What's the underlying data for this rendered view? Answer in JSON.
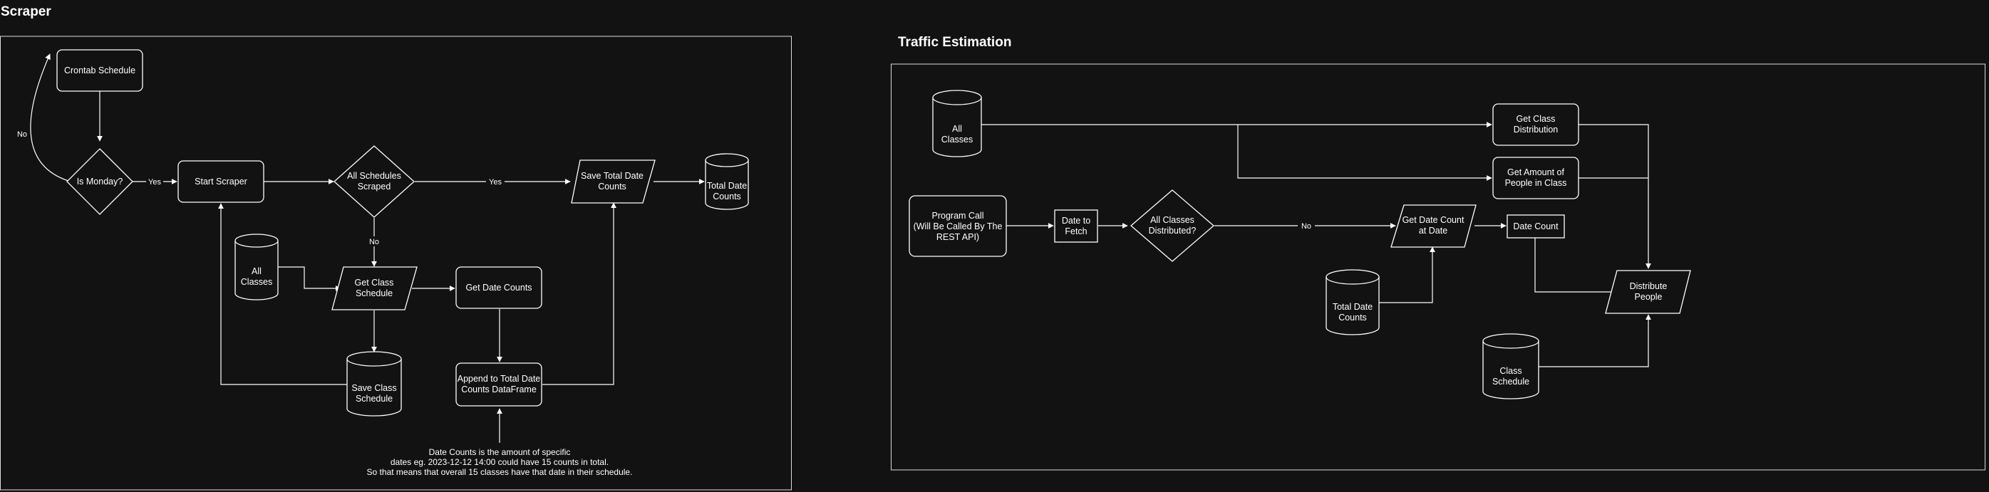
{
  "scraper": {
    "title": "Scraper",
    "crontab": "Crontab Schedule",
    "is_monday": "Is Monday?",
    "start_scraper": "Start Scraper",
    "all_schedules": [
      "All Schedules",
      "Scraped"
    ],
    "save_total": [
      "Save Total Date",
      "Counts"
    ],
    "total_date_counts": [
      "Total Date",
      "Counts"
    ],
    "all_classes": [
      "All",
      "Classes"
    ],
    "get_class_schedule": [
      "Get Class",
      "Schedule"
    ],
    "get_date_counts": "Get Date Counts",
    "save_class_schedule": [
      "Save Class",
      "Schedule"
    ],
    "append": [
      "Append to Total Date",
      "Counts DataFrame"
    ],
    "edge_no_loop": "No",
    "edge_yes_start": "Yes",
    "edge_yes_save": "Yes",
    "edge_no_down": "No",
    "note": [
      "Date Counts is the amount of specific",
      "dates eg. 2023-12-12 14:00 could have 15 counts in total.",
      "So that means that overall 15 classes have that date in their schedule."
    ]
  },
  "traffic": {
    "title": "Traffic Estimation",
    "all_classes": [
      "All",
      "Classes"
    ],
    "get_class_distribution": [
      "Get Class",
      "Distribution"
    ],
    "get_amount": [
      "Get Amount of",
      "People in Class"
    ],
    "program_call": [
      "Program Call",
      "(Will Be Called By The",
      "REST API)"
    ],
    "date_to_fetch": [
      "Date to",
      "Fetch"
    ],
    "all_classes_distributed": [
      "All Classes",
      "Distributed?"
    ],
    "edge_no": "No",
    "get_date_count": [
      "Get Date Count",
      "at Date"
    ],
    "date_count": "Date Count",
    "distribute_people": [
      "Distribute",
      "People"
    ],
    "total_date_counts": [
      "Total Date",
      "Counts"
    ],
    "class_schedule": [
      "Class",
      "Schedule"
    ]
  }
}
